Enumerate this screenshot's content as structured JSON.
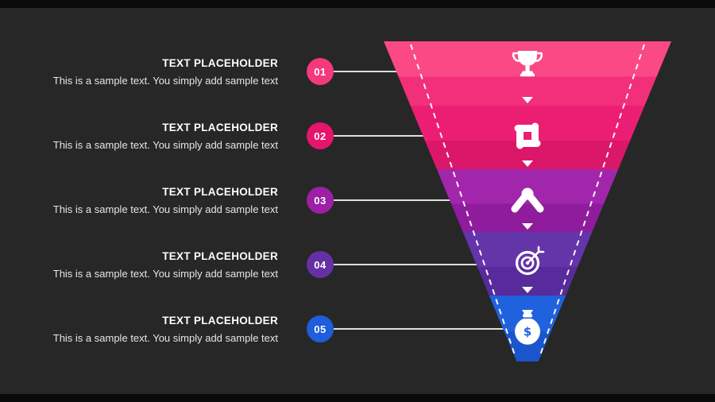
{
  "slide": {
    "background_color": "#272727",
    "letterbox_color": "#0a0a0a"
  },
  "steps": [
    {
      "number": "01",
      "title": "TEXT PLACEHOLDER",
      "description": "This is a sample text. You simply add sample text",
      "badge_color": "#F5397E"
    },
    {
      "number": "02",
      "title": "TEXT PLACEHOLDER",
      "description": "This is a sample text. You simply add sample text",
      "badge_color": "#E5156B"
    },
    {
      "number": "03",
      "title": "TEXT PLACEHOLDER",
      "description": "This is a sample text. You simply add sample text",
      "badge_color": "#9C1FA6"
    },
    {
      "number": "04",
      "title": "TEXT PLACEHOLDER",
      "description": "This is a sample text. You simply add sample text",
      "badge_color": "#6630A5"
    },
    {
      "number": "05",
      "title": "TEXT PLACEHOLDER",
      "description": "This is a sample text. You simply add sample text",
      "badge_color": "#1E5DDB"
    }
  ],
  "funnel": {
    "money_symbol": "$",
    "segments": [
      {
        "icon": "trophy-icon",
        "color_top": "#FA4985",
        "color_bottom": "#F22F79"
      },
      {
        "icon": "teamwork-icon",
        "color_top": "#EC1E73",
        "color_bottom": "#DB1769"
      },
      {
        "icon": "arm-wrestling-icon",
        "color_top": "#A226AC",
        "color_bottom": "#8F1B9D"
      },
      {
        "icon": "target-icon",
        "color_top": "#6434A9",
        "color_bottom": "#572B9B"
      },
      {
        "icon": "money-bag-icon",
        "color_top": "#2061DE",
        "color_bottom": "#1A55CB"
      }
    ]
  }
}
